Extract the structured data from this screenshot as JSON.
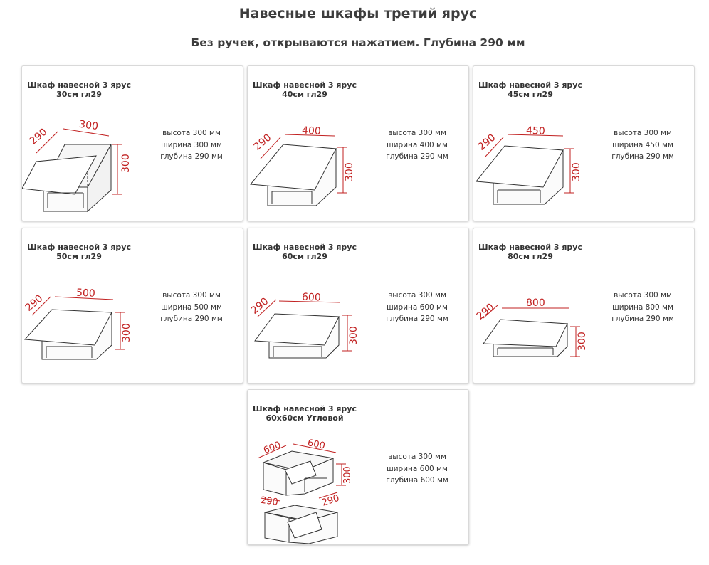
{
  "page": {
    "title": "Навесные шкафы третий ярус",
    "subtitle": "Без ручек, открываются нажатием. Глубина 290 мм"
  },
  "cards": [
    {
      "title_line1": "Шкаф навесной 3 ярус",
      "title_line2": "30см гл29",
      "height": "высота 300 мм",
      "width": "ширина 300 мм",
      "depth": "глубина 290 мм",
      "dim_depth": "290",
      "dim_width": "300",
      "dim_height": "300"
    },
    {
      "title_line1": "Шкаф навесной 3 ярус",
      "title_line2": "40см гл29",
      "height": "высота 300 мм",
      "width": "ширина 400 мм",
      "depth": "глубина 290 мм",
      "dim_depth": "290",
      "dim_width": "400",
      "dim_height": "300"
    },
    {
      "title_line1": "Шкаф навесной 3 ярус",
      "title_line2": "45см гл29",
      "height": "высота 300 мм",
      "width": "ширина 450 мм",
      "depth": "глубина 290 мм",
      "dim_depth": "290",
      "dim_width": "450",
      "dim_height": "300"
    },
    {
      "title_line1": "Шкаф навесной 3 ярус",
      "title_line2": "50см гл29",
      "height": "высота 300 мм",
      "width": "ширина 500 мм",
      "depth": "глубина 290 мм",
      "dim_depth": "290",
      "dim_width": "500",
      "dim_height": "300"
    },
    {
      "title_line1": "Шкаф навесной 3 ярус",
      "title_line2": "60см гл29",
      "height": "высота 300 мм",
      "width": "ширина 600 мм",
      "depth": "глубина 290 мм",
      "dim_depth": "290",
      "dim_width": "600",
      "dim_height": "300"
    },
    {
      "title_line1": "Шкаф навесной 3 ярус",
      "title_line2": "80см гл29",
      "height": "высота 300 мм",
      "width": "ширина 800 мм",
      "depth": "глубина 290 мм",
      "dim_depth": "290",
      "dim_width": "800",
      "dim_height": "300"
    },
    {
      "title_line1": "Шкаф навесной 3 ярус",
      "title_line2": "60x60см Угловой",
      "height": "высота 300 мм",
      "width": "ширина 600 мм",
      "depth": "глубина 600 мм",
      "dim_side_a": "600",
      "dim_side_b": "600",
      "dim_height": "300",
      "dim_depth_a": "290",
      "dim_depth_b": "290"
    }
  ],
  "colors": {
    "dimension": "#c12020",
    "outline": "#333333",
    "card_border": "#d9d9d9"
  }
}
